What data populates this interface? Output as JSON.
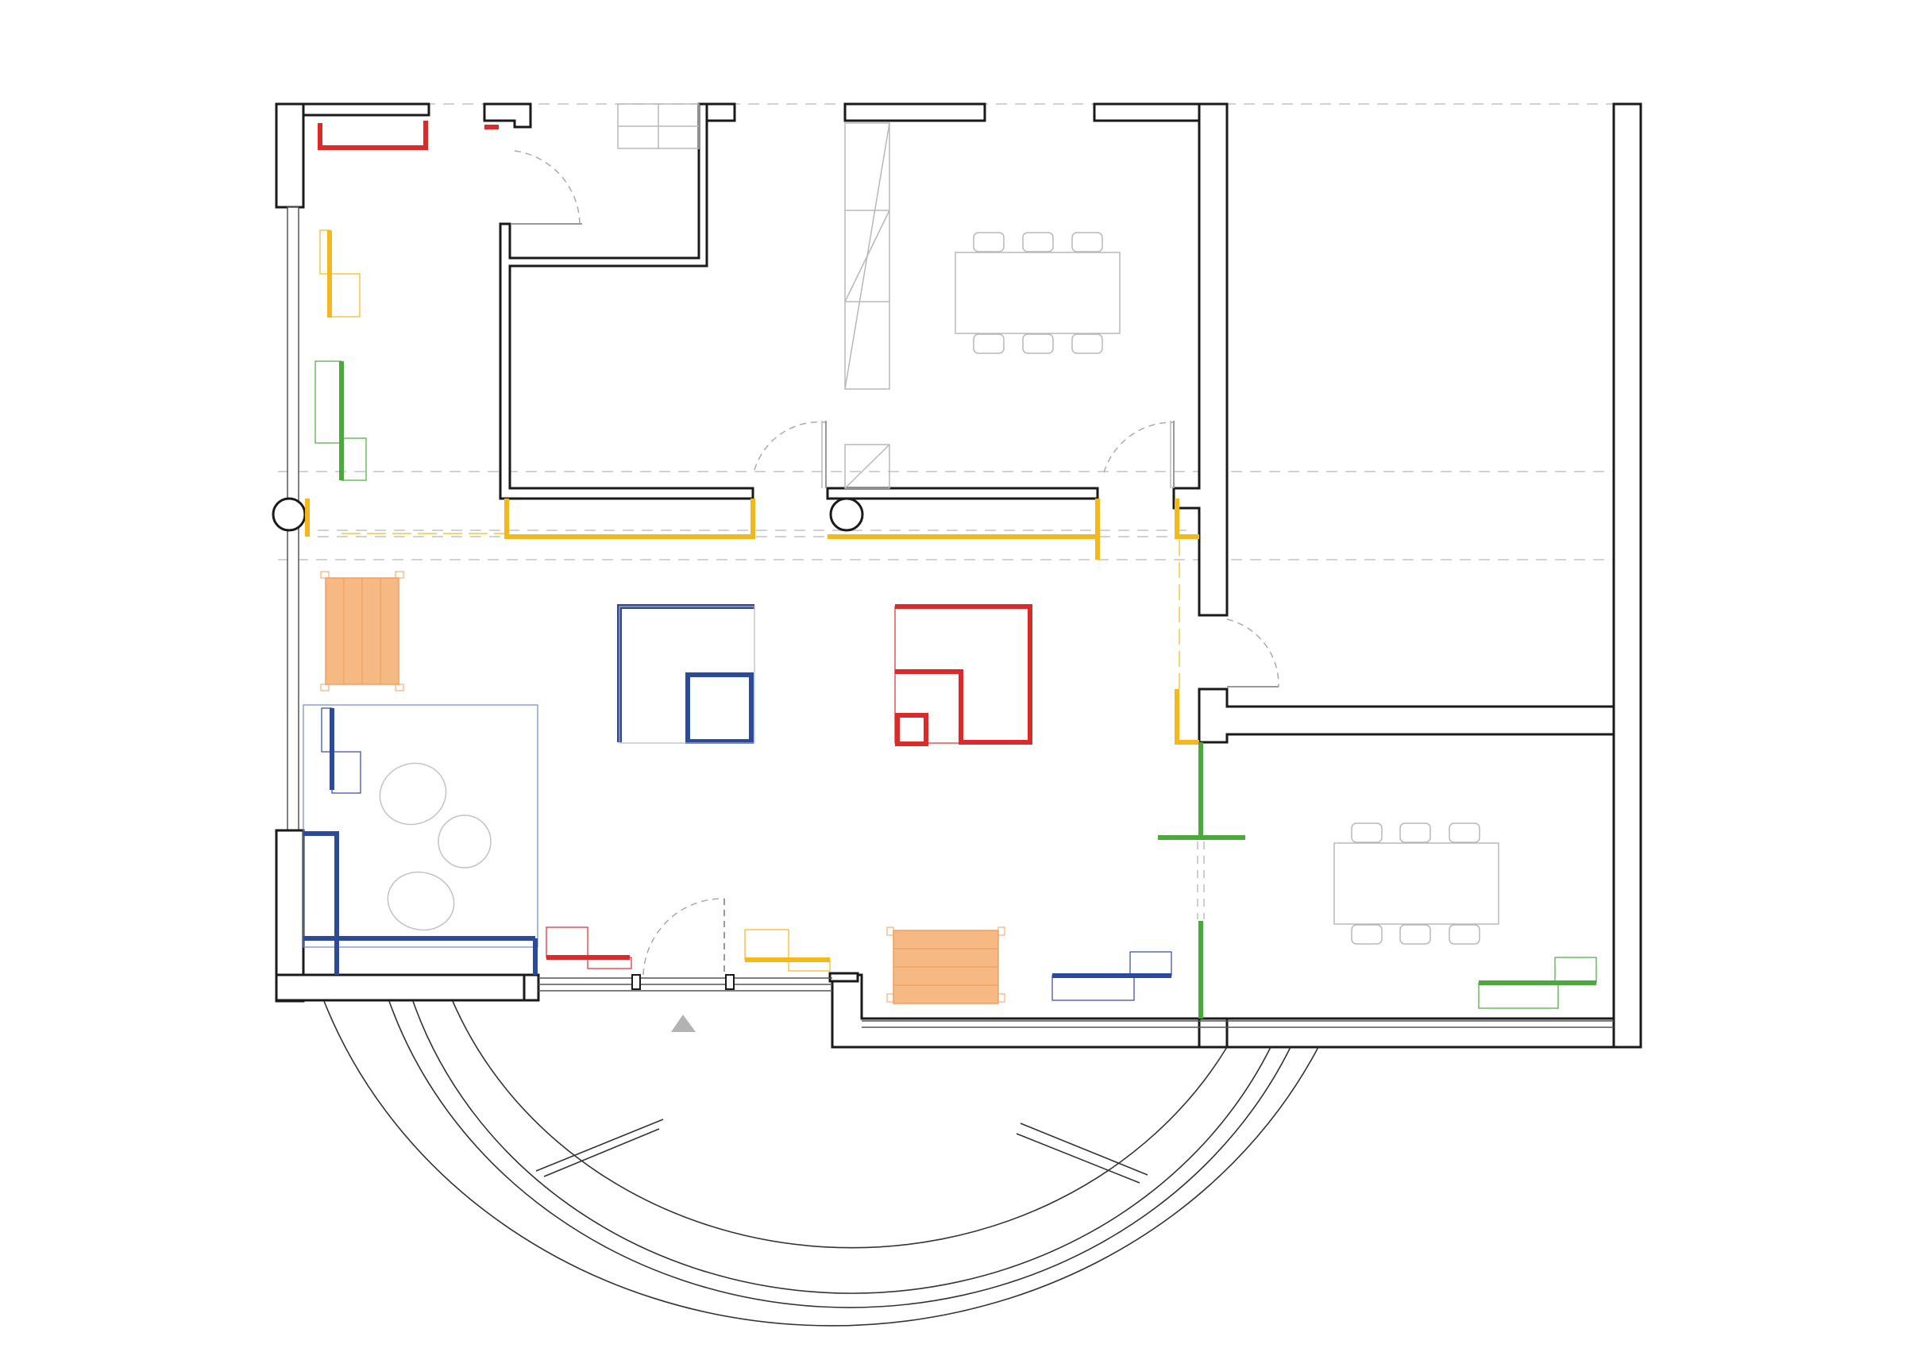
{
  "drawing": {
    "type": "architectural floor plan",
    "text_labels": []
  },
  "palette": {
    "wall": "#1a1a1a",
    "thin_line": "#555555",
    "furniture": "#b8b8b8",
    "dashed": "#bdbdbd",
    "red": "#d92b2b",
    "blue": "#2c4a9a",
    "yellow": "#f3b81b",
    "green": "#4aa83d",
    "orange_fill": "#f7b984",
    "orange_line": "#f0a060",
    "entrance_marker": "#b3b3b3"
  },
  "elements": {
    "columns": 2,
    "door_swings": 5,
    "tables": 2,
    "chairs": 12,
    "benches": 2,
    "lounge_chairs": 2,
    "round_tables": 1,
    "entrance_marker": "up-triangle"
  }
}
